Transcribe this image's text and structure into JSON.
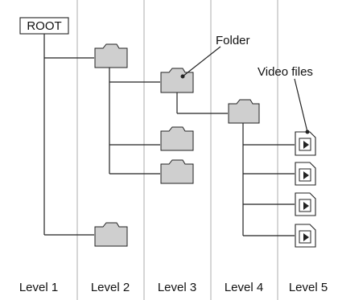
{
  "root_label": "ROOT",
  "callouts": {
    "folder": "Folder",
    "video": "Video files"
  },
  "levels": [
    "Level 1",
    "Level 2",
    "Level 3",
    "Level 4",
    "Level 5"
  ],
  "colors": {
    "folder_fill": "#cfcfcf",
    "separator": "#d6d6d6",
    "line": "#222222"
  },
  "icons": {
    "folder": "folder-icon",
    "video": "video-file-icon"
  }
}
